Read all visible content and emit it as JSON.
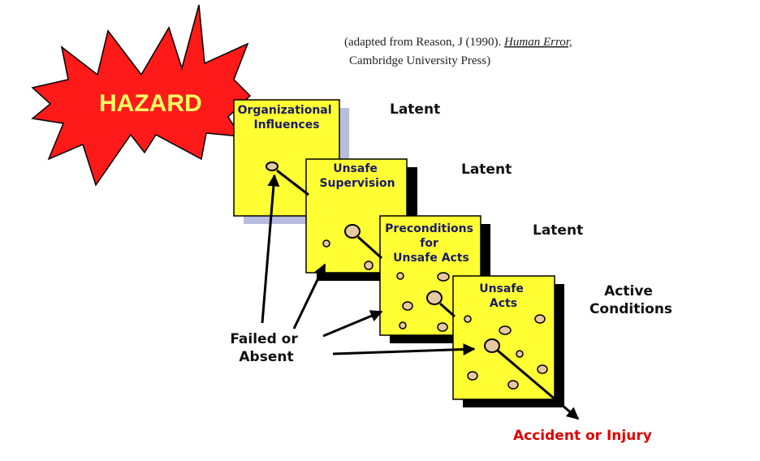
{
  "citation": {
    "prefix": "(adapted from Reason, J (1990). ",
    "title": "Human Error,",
    "line2": "Cambridge University Press)"
  },
  "hazard": {
    "label": "HAZARD",
    "fill_color": "#ff1a1a",
    "text_color": "#ffff66"
  },
  "slices": [
    {
      "title_lines": [
        "Organizational",
        "Influences"
      ],
      "side_label": [
        "Latent"
      ]
    },
    {
      "title_lines": [
        "Unsafe",
        "Supervision"
      ],
      "side_label": [
        "Latent"
      ]
    },
    {
      "title_lines": [
        "Preconditions",
        "for",
        "Unsafe Acts"
      ],
      "side_label": [
        "Latent"
      ]
    },
    {
      "title_lines": [
        "Unsafe",
        "Acts"
      ],
      "side_label": [
        "Active",
        "Conditions"
      ]
    }
  ],
  "slice_color": "#ffff33",
  "failed_label": [
    "Failed or",
    "Absent"
  ],
  "outcome": {
    "label": "Accident or Injury",
    "color": "#e00000"
  }
}
